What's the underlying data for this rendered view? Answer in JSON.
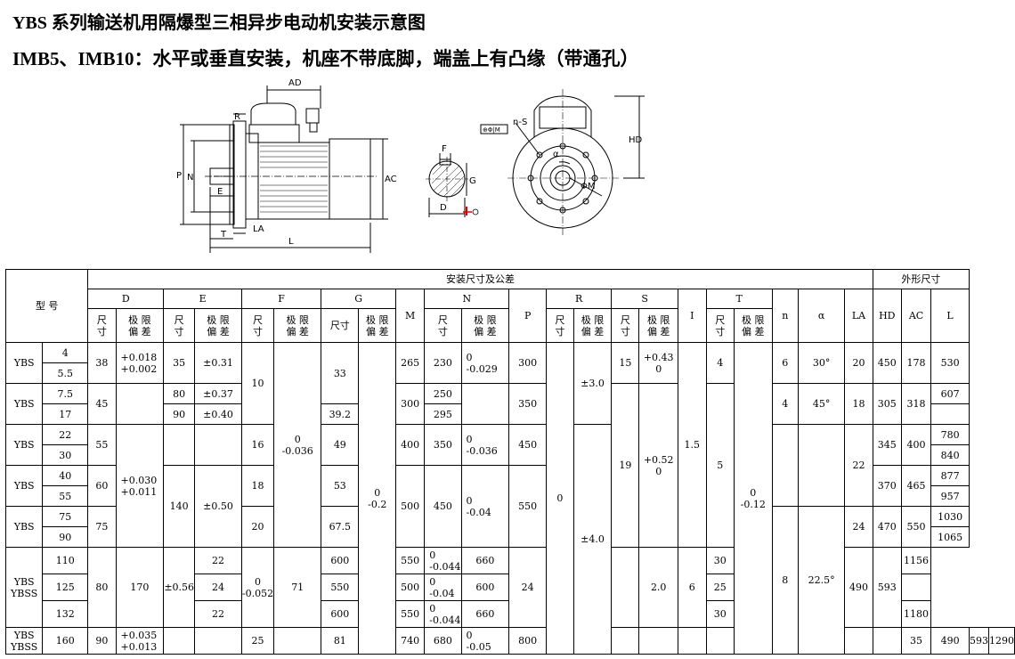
{
  "title": "YBS 系列输送机用隔爆型三相异步电动机安装示意图",
  "subtitle": "IMB5、IMB10：水平或垂直安装，机座不带底脚，端盖上有凸缘（带通孔）",
  "drawing_labels": {
    "AD": "AD",
    "R": "R",
    "P": "P",
    "N": "N",
    "E": "E",
    "T": "T",
    "LA": "LA",
    "L": "L",
    "AC": "AC",
    "F": "F",
    "G": "G",
    "D": "D",
    "HD": "HD",
    "nS": "n-S",
    "M": "ΦM",
    "alpha": "α",
    "tol": "⊕Φ|M"
  },
  "table": {
    "install_header": "安装尺寸及公差",
    "outer_header": "外形尺寸",
    "model_header": "型 号",
    "groups": {
      "D": "D",
      "E": "E",
      "F": "F",
      "G": "G",
      "N": "N",
      "R": "R",
      "S": "S",
      "T": "T"
    },
    "cols": {
      "M": "M",
      "P": "P",
      "I": "I",
      "n": "n",
      "alpha": "α",
      "LA": "LA",
      "HD": "HD",
      "AC": "AC",
      "L": "L"
    },
    "size": "尺\n寸",
    "size_g": "尺寸",
    "tolerance": "极 限\n偏 差",
    "cells": {
      "ybs": "YBS",
      "ybs_ybss": "YBS\nYBSS",
      "m1": "4",
      "m2": "5.5",
      "m3": "7.5",
      "m4": "17",
      "m5": "22",
      "m6": "30",
      "m7": "40",
      "m8": "55",
      "m9": "75",
      "m10": "90",
      "m11": "110",
      "m12": "125",
      "m13": "132",
      "m14": "160",
      "d1": "38",
      "d2": "45",
      "d3": "55",
      "d4": "60",
      "d5": "75",
      "d6": "80",
      "d7": "90",
      "dt1": "+0.018\n+0.002",
      "dt2": "+0.030\n+0.011",
      "dt3": "+0.035\n+0.013",
      "e1": "35",
      "e2": "80",
      "e3": "90",
      "e4": "140",
      "e5": "170",
      "et1": "±0.31",
      "et2": "±0.37",
      "et3": "±0.40",
      "et4": "±0.50",
      "et5": "±0.56",
      "f1": "10",
      "f2": "16",
      "f3": "18",
      "f4": "20",
      "f5": "22",
      "f6": "24",
      "f7": "22",
      "f8": "25",
      "ft1": "0\n-0.036",
      "ft2": "0\n-0.052",
      "g1": "33",
      "g2": "39.2",
      "g3": "49",
      "g4": "53",
      "g5": "67.5",
      "g6": "71",
      "g7": "81",
      "gt": "0\n-0.2",
      "mm1": "265",
      "mm2": "300",
      "mm3": "400",
      "mm4": "500",
      "mm5": "600",
      "mm6": "550",
      "mm7": "600",
      "mm8": "740",
      "n1": "230",
      "n2": "250",
      "n3": "295",
      "n4": "350",
      "n5": "450",
      "n6": "550",
      "n7": "500",
      "n8": "550",
      "n9": "680",
      "nt1": "0\n-0.029",
      "nt2": "0\n-0.036",
      "nt3": "0\n-0.04",
      "nt4": "0\n-0.044",
      "nt5": "0\n-0.04",
      "nt6": "0\n-0.044",
      "nt7": "0\n-0.05",
      "p1": "300",
      "p2": "350",
      "p3": "450",
      "p4": "550",
      "p5": "660",
      "p6": "600",
      "p7": "660",
      "p8": "800",
      "r": "0",
      "rt1": "±3.0",
      "rt2": "±4.0",
      "s1": "15",
      "s2": "19",
      "s3": "24",
      "st1": "+0.43\n0",
      "st2": "+0.52\n0",
      "i1": "1.5",
      "i2": "2.0",
      "t1": "4",
      "t2": "5",
      "t3": "6",
      "tt": "0\n-0.12",
      "nn1": "6",
      "nn2": "4",
      "nn3": "8",
      "a1": "30°",
      "a2": "45°",
      "a3": "22.5°",
      "la1": "20",
      "la2": "18",
      "la3": "22",
      "la4": "24",
      "la5": "30",
      "la6": "25",
      "la7": "30",
      "la8": "35",
      "hd1": "450",
      "hd2": "305",
      "hd3": "345",
      "hd4": "370",
      "hd5": "470",
      "hd6": "490",
      "hd7": "490",
      "ac1": "178",
      "ac2": "318",
      "ac3": "400",
      "ac4": "465",
      "ac5": "550",
      "ac6": "593",
      "ac7": "593",
      "l1": "530",
      "l2": "607",
      "l3": "780",
      "l4": "840",
      "l5": "877",
      "l6": "957",
      "l7": "1030",
      "l8": "1065",
      "l9": "1156",
      "l10": "1180",
      "l11": "1290"
    }
  }
}
